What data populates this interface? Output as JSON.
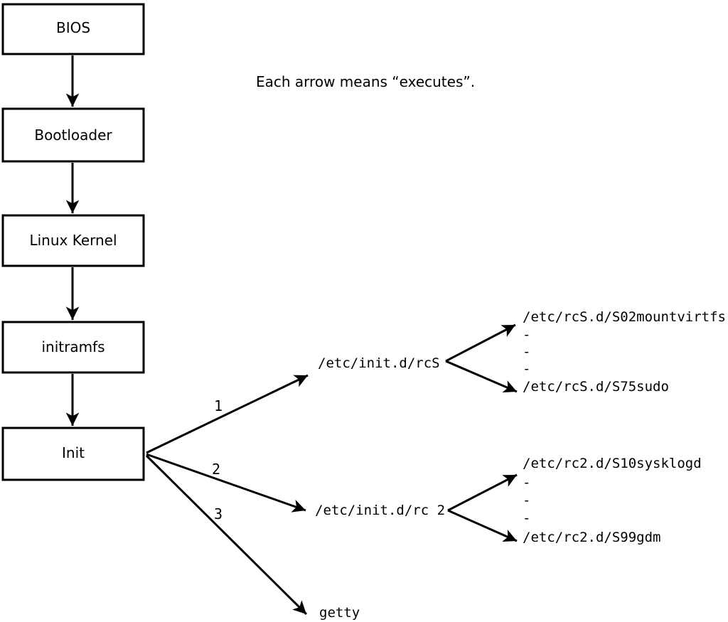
{
  "note": "Each arrow means “executes”.",
  "colors": {
    "ink": "#000000",
    "background": "#ffffff"
  },
  "chain": [
    {
      "label": "BIOS"
    },
    {
      "label": "Bootloader"
    },
    {
      "label": "Linux Kernel"
    },
    {
      "label": "initramfs"
    },
    {
      "label": "Init"
    }
  ],
  "init_branches": [
    {
      "order": "1",
      "target": "/etc/init.d/rcS"
    },
    {
      "order": "2",
      "target": "/etc/init.d/rc 2"
    },
    {
      "order": "3",
      "target": "getty"
    }
  ],
  "rcs_children": [
    "/etc/rcS.d/S02mountvirtfs",
    "-",
    "-",
    "-",
    "/etc/rcS.d/S75sudo"
  ],
  "rc2_children": [
    "/etc/rc2.d/S10sysklogd",
    "-",
    "-",
    "-",
    "/etc/rc2.d/S99gdm"
  ]
}
